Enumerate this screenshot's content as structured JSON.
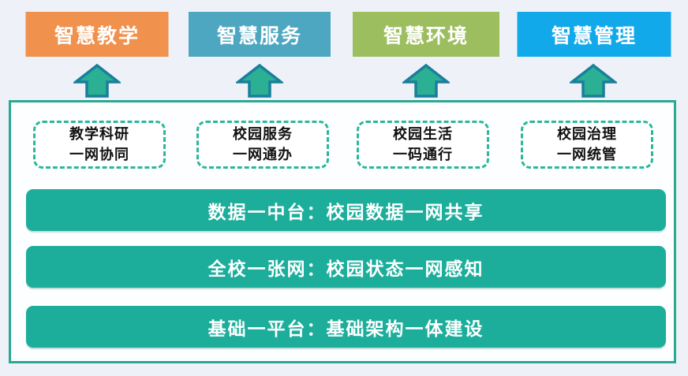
{
  "diagram": {
    "pillars": [
      {
        "top_label": "智慧教学",
        "color": "#F0914D",
        "dashed_line1": "教学科研",
        "dashed_line2": "一网协同"
      },
      {
        "top_label": "智慧服务",
        "color": "#4EA7C1",
        "dashed_line1": "校园服务",
        "dashed_line2": "一网通办"
      },
      {
        "top_label": "智慧环境",
        "color": "#9CBE5F",
        "dashed_line1": "校园生活",
        "dashed_line2": "一码通行"
      },
      {
        "top_label": "智慧管理",
        "color": "#12A9EB",
        "dashed_line1": "校园治理",
        "dashed_line2": "一网统管"
      }
    ],
    "bars": [
      {
        "label": "数据一中台：校园数据一网共享"
      },
      {
        "label": "全校一张网：校园状态一网感知"
      },
      {
        "label": "基础一平台：基础架构一体建设"
      }
    ],
    "colors": {
      "page_background": "#EEF2F8",
      "panel_background": "#FCFEFF",
      "panel_border_teal": "#2AA891",
      "dashed_border_teal": "#2CB79B",
      "bar_teal": "#1CAE9B",
      "arrow_fill": "#2BB093",
      "arrow_outline": "#1A7E9C",
      "pillar_orange": "#F0914D",
      "pillar_steel_blue": "#4EA7C1",
      "pillar_green": "#9CBE5F",
      "pillar_bright_blue": "#12A9EB"
    }
  }
}
